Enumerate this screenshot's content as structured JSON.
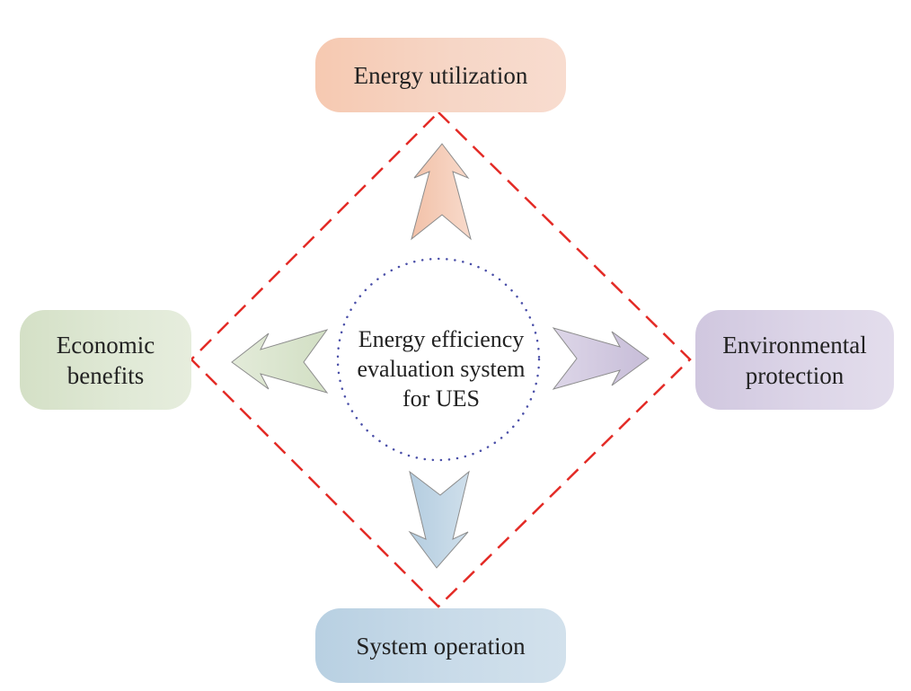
{
  "diagram": {
    "center": {
      "label": "Energy efficiency\nevaluation system\nfor UES"
    },
    "nodes": {
      "top": {
        "label": "Energy utilization"
      },
      "right": {
        "label": "Environmental\nprotection"
      },
      "bottom": {
        "label": "System operation"
      },
      "left": {
        "label": "Economic\nbenefits"
      }
    },
    "colors": {
      "diamond_border": "#e32b26",
      "circle_dots": "#4a4fa8",
      "arrow_up": "#f4c6b0",
      "arrow_right": "#d3cbe0",
      "arrow_down": "#bcd2e3",
      "arrow_left": "#dde7d2",
      "arrow_outline": "#8c8c8c"
    }
  }
}
